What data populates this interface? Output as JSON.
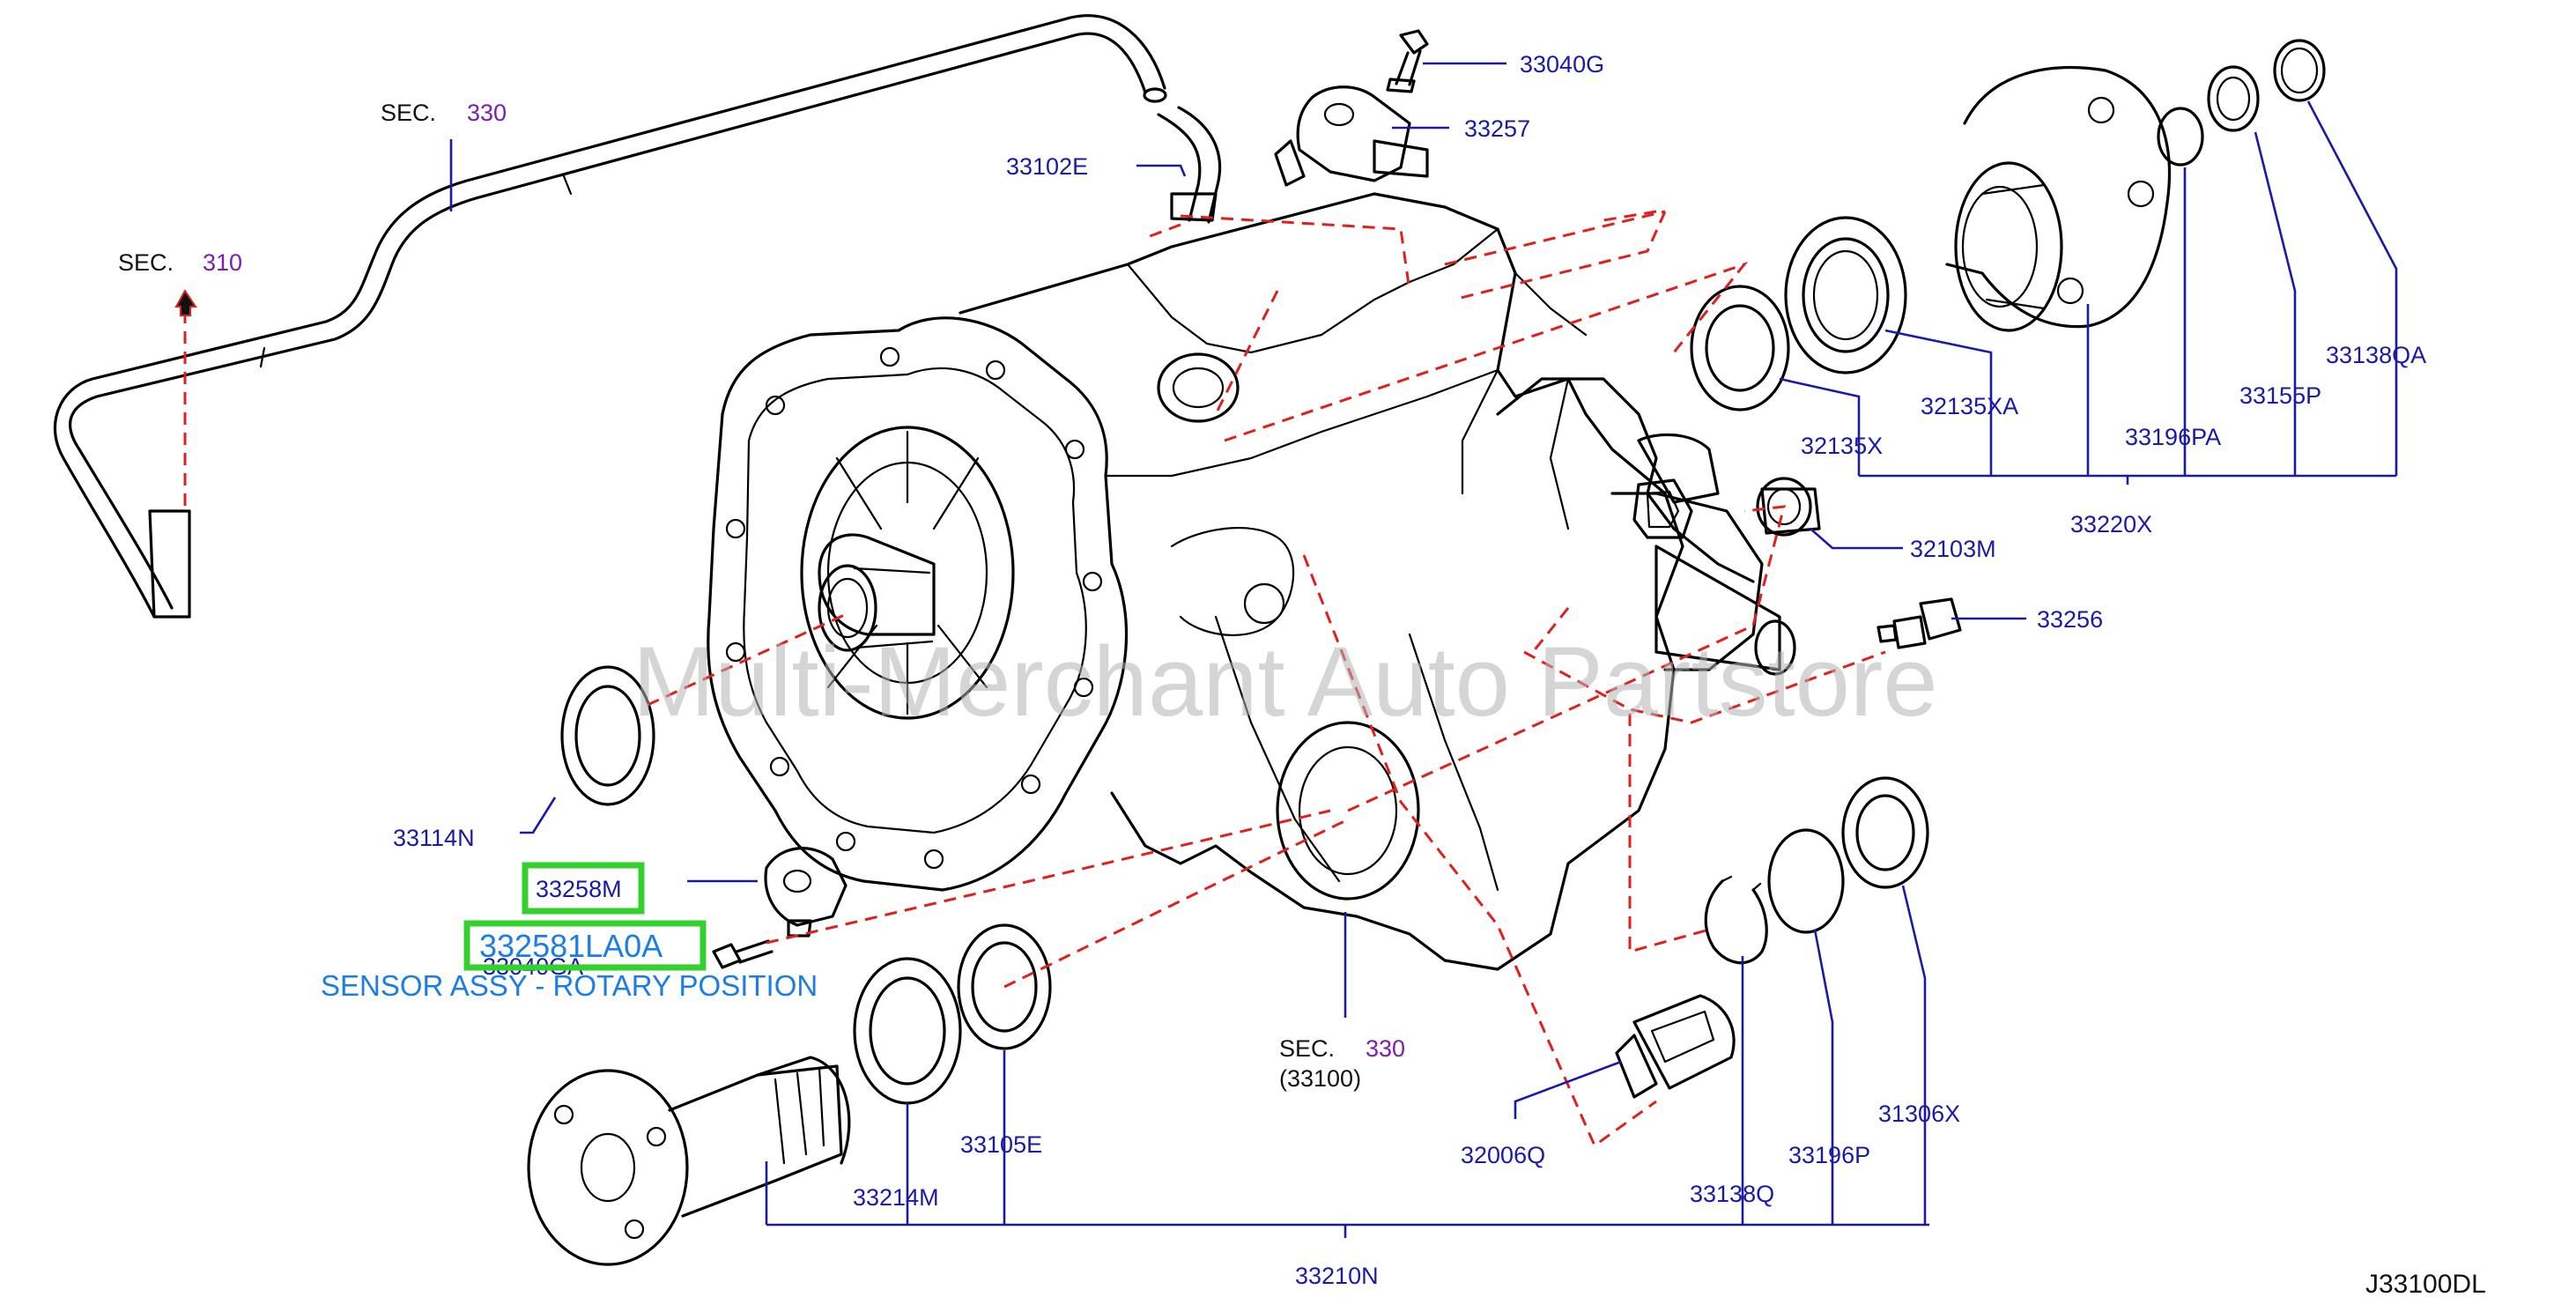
{
  "labels": {
    "p33040g": "33040G",
    "p33257": "33257",
    "p33102e": "33102E",
    "p33138qa_top": "33138QA",
    "p33155p": "33155P",
    "p32135xa": "32135XA",
    "p33196pa": "33196PA",
    "p32135x": "32135X",
    "p33220x": "33220X",
    "p32103m": "32103M",
    "p33256": "33256",
    "p33114n": "33114N",
    "p33258m": "33258M",
    "p33040ga": "33040GA",
    "p33105e": "33105E",
    "p33214m": "33214M",
    "p33210n": "33210N",
    "p32006q": "32006Q",
    "p33138q": "33138Q",
    "p33196p": "33196P",
    "p31306x": "31306X"
  },
  "sections": {
    "sec330_top": {
      "prefix": "SEC.",
      "num": "330"
    },
    "sec310": {
      "prefix": "SEC.",
      "num": "310"
    },
    "sec330_bottom": {
      "prefix": "SEC.",
      "num": "330",
      "sub": "(33100)"
    }
  },
  "highlight": {
    "part_number": "332581LA0A",
    "description": "SENSOR ASSY - ROTARY POSITION"
  },
  "watermark": "Multi-Merchant Auto Partstore",
  "diagram_code": "J33100DL",
  "colors": {
    "label": "#1a1aa6",
    "section_number": "#7a1fb0",
    "dashed_line": "#e0201c",
    "highlight_box": "#34d12e",
    "highlight_text": "#1a7ee6"
  }
}
